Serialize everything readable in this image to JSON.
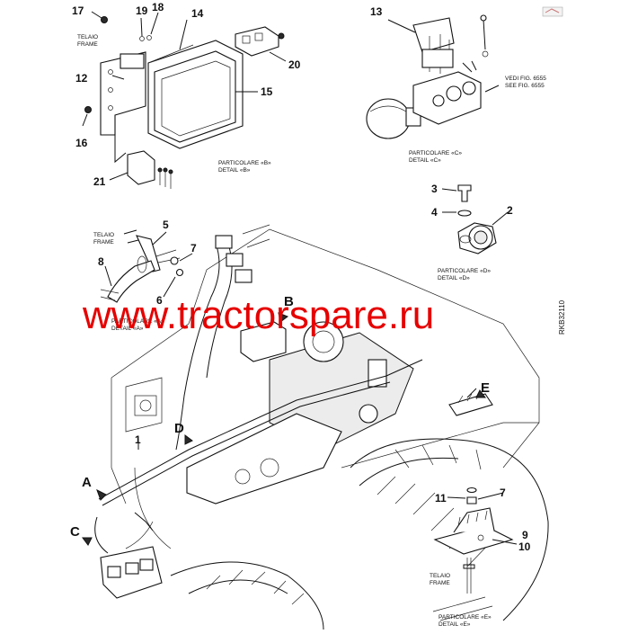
{
  "watermark": "www.tractorspare.ru",
  "drawing_code": "RKB32110",
  "callouts": {
    "n1": "1",
    "n2": "2",
    "n3": "3",
    "n4": "4",
    "n5": "5",
    "n6": "6",
    "n7a": "7",
    "n7b": "7",
    "n8": "8",
    "n9": "9",
    "n10": "10",
    "n11": "11",
    "n12": "12",
    "n13": "13",
    "n14": "14",
    "n15": "15",
    "n16": "16",
    "n17": "17",
    "n18": "18",
    "n19": "19",
    "n20": "20",
    "n21": "21"
  },
  "letters": {
    "A": "A",
    "B": "B",
    "C": "C",
    "D": "D",
    "E": "E"
  },
  "captions": {
    "telaio": "TELAIO",
    "frame": "FRAME",
    "detail_b_it": "PARTICOLARE «B»",
    "detail_b_en": "DETAIL «B»",
    "detail_c_it": "PARTICOLARE «C»",
    "detail_c_en": "DETAIL «C»",
    "detail_d_it": "PARTICOLARE «D»",
    "detail_d_en": "DETAIL «D»",
    "detail_e_it": "PARTICOLARE «E»",
    "detail_e_en": "DETAIL «E»",
    "detail_a_it": "PARTICOLARE «A»",
    "detail_a_en": "DETAIL «A»",
    "vedi": "VEDI FIG. 6555",
    "see": "SEE FIG. 6555"
  }
}
